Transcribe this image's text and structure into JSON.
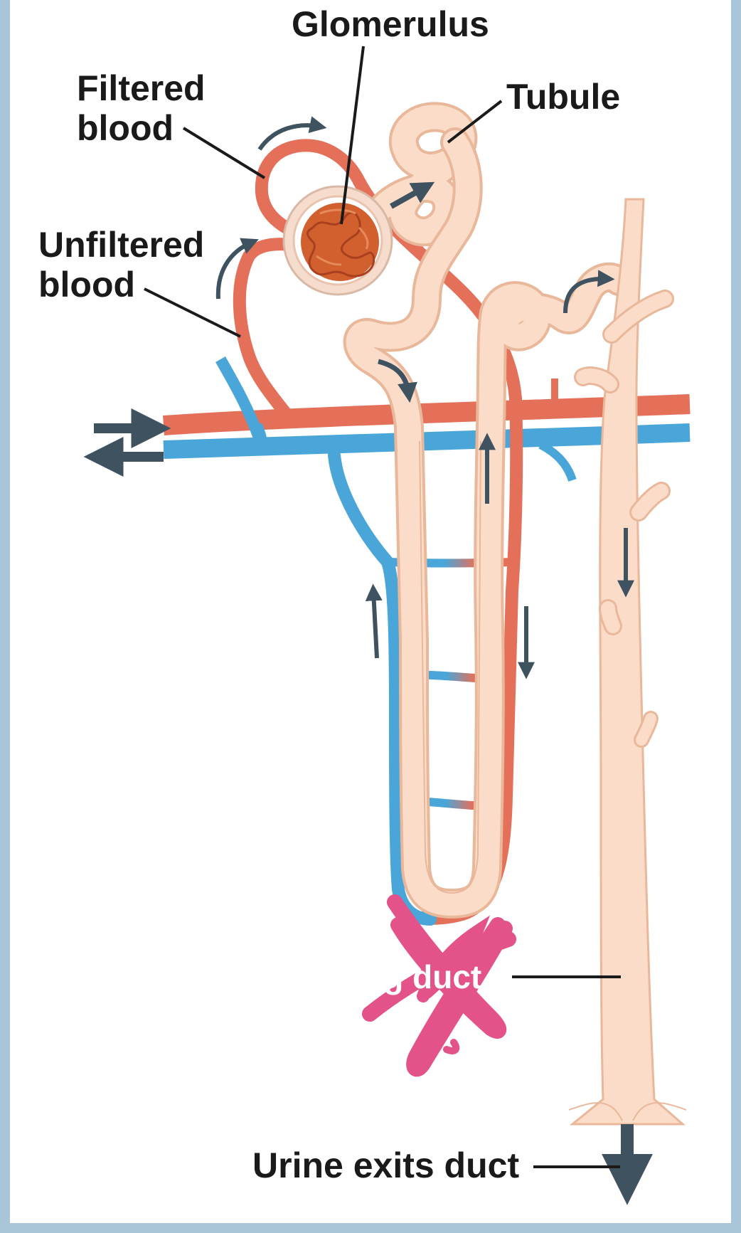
{
  "labels": {
    "glomerulus": "Glomerulus",
    "filtered_blood": "Filtered\nblood",
    "tubule": "Tubule",
    "unfiltered_blood": "Unfiltered\nblood",
    "urine_exits_duct": "Urine exits duct",
    "collecting_duct_covered": "Collecting duct"
  },
  "colors": {
    "artery": "#e4705a",
    "vein": "#4aa6d8",
    "tubule_fill": "#fbdcc8",
    "tubule_stroke": "#e9b79a",
    "glomerulus": "#c9552f",
    "arrow": "#3f5260",
    "scribble": "#e4528a",
    "frame": "#a8c6d8"
  }
}
